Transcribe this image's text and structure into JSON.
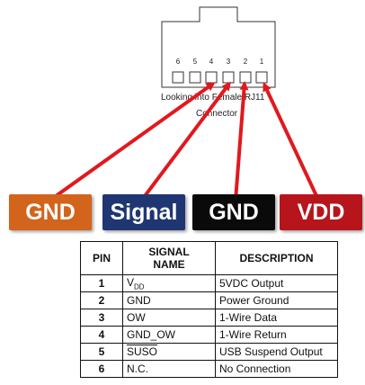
{
  "connector": {
    "pin_numbers": [
      "6",
      "5",
      "4",
      "3",
      "2",
      "1"
    ],
    "caption_line1": "Looking into Female RJ11",
    "caption_line2": "Connector"
  },
  "badges": [
    {
      "label": "GND",
      "color": "#d2641c"
    },
    {
      "label": "Signal",
      "color": "#1f3672"
    },
    {
      "label": "GND",
      "color": "#0a0a0a"
    },
    {
      "label": "VDD",
      "color": "#b8141c"
    }
  ],
  "arrow_color": "#e0191e",
  "table": {
    "headers": [
      "PIN",
      "SIGNAL NAME",
      "DESCRIPTION"
    ],
    "rows": [
      {
        "pin": "1",
        "name_main": "V",
        "name_sub": "DD",
        "description": "5VDC Output"
      },
      {
        "pin": "2",
        "name": "GND",
        "description": "Power Ground"
      },
      {
        "pin": "3",
        "name": "OW",
        "description": "1-Wire Data"
      },
      {
        "pin": "4",
        "name": "GND_OW",
        "description": "1-Wire Return"
      },
      {
        "pin": "5",
        "name": "SUSO",
        "name_overline": true,
        "description": "USB Suspend Output"
      },
      {
        "pin": "6",
        "name": "N.C.",
        "description": "No Connection"
      }
    ]
  }
}
